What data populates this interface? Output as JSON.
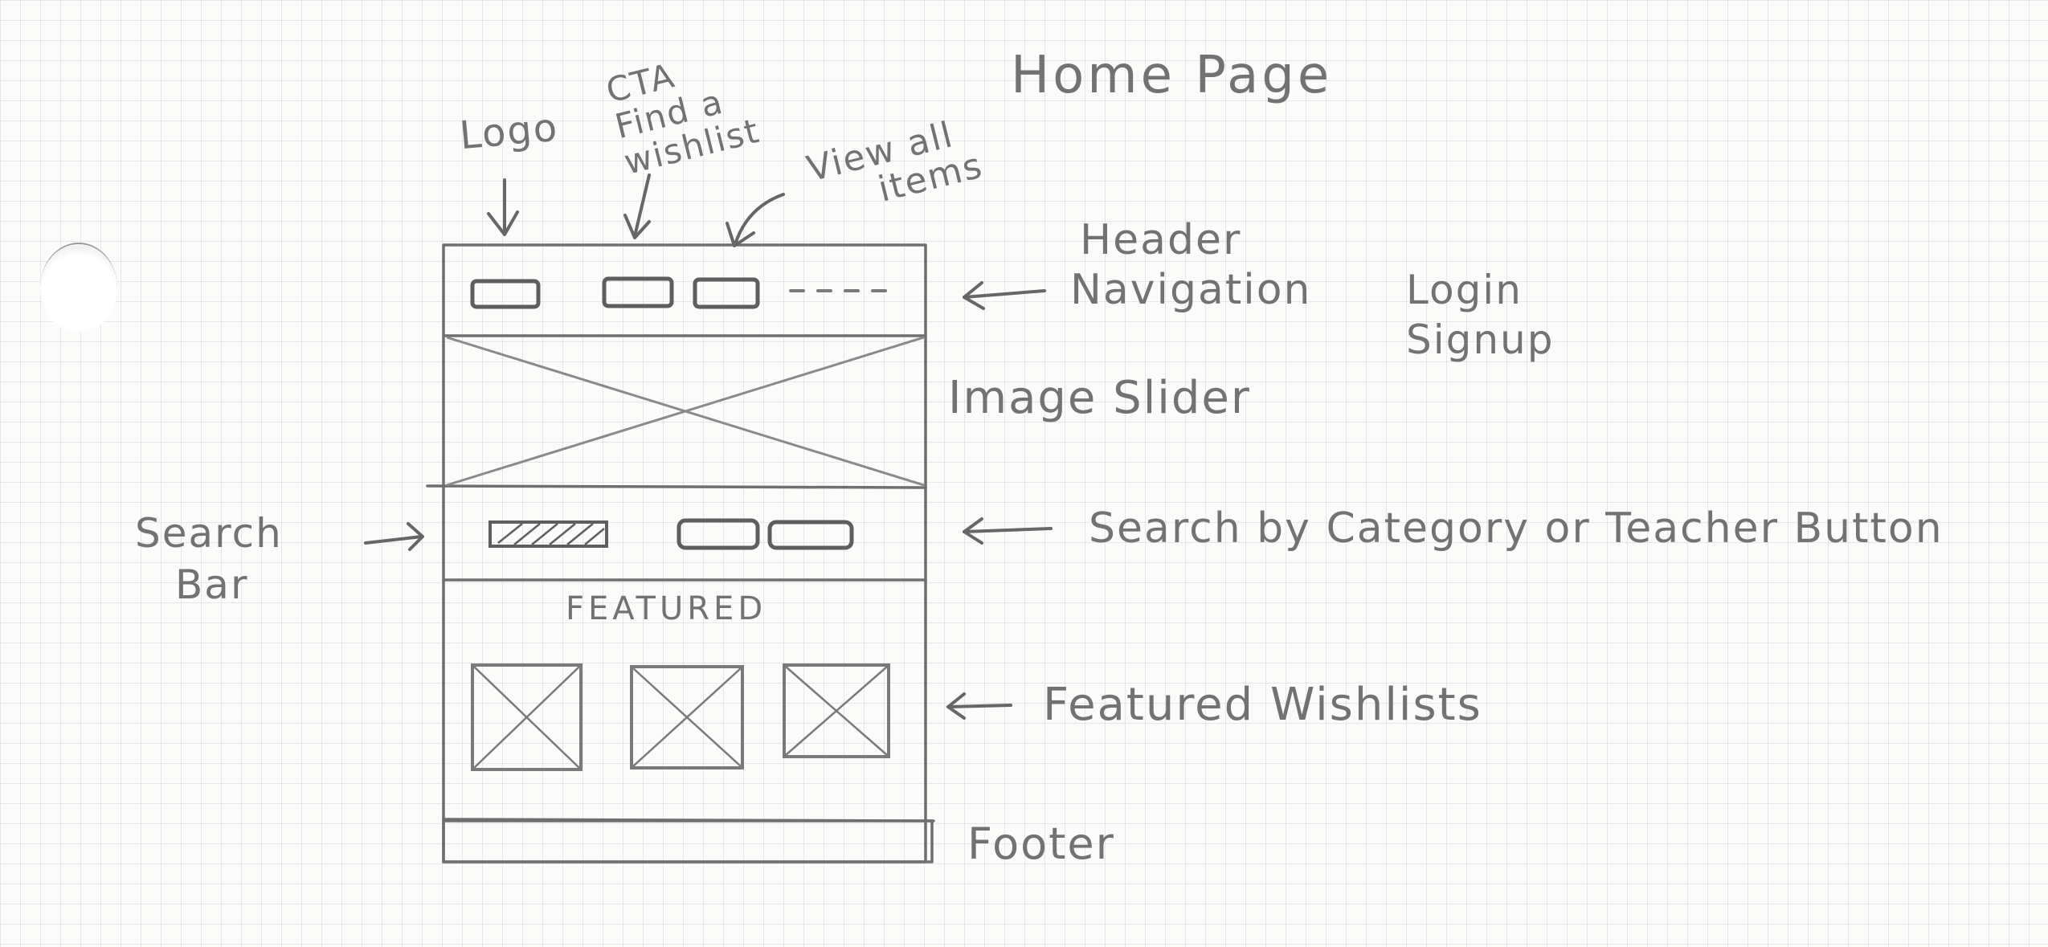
{
  "title": "Home Page",
  "annotations": {
    "logo": "Logo",
    "cta": [
      "CTA",
      "Find a",
      "wishlist"
    ],
    "view_all": [
      "View all",
      "items"
    ],
    "header_navigation": [
      "Header",
      "Navigation"
    ],
    "login_signup": [
      "Login",
      "Signup"
    ],
    "image_slider": "Image Slider",
    "search_bar": [
      "Search",
      "Bar"
    ],
    "search_by": "Search by Category or Teacher Button",
    "featured_heading": "FEATURED",
    "featured_wishlists": "Featured Wishlists",
    "footer": "Footer"
  },
  "colors": {
    "paper": "#fbfbf9",
    "grid": "#aab9c8",
    "pencil": "#6d6d6d",
    "pencil_light": "#9a9a9a"
  }
}
